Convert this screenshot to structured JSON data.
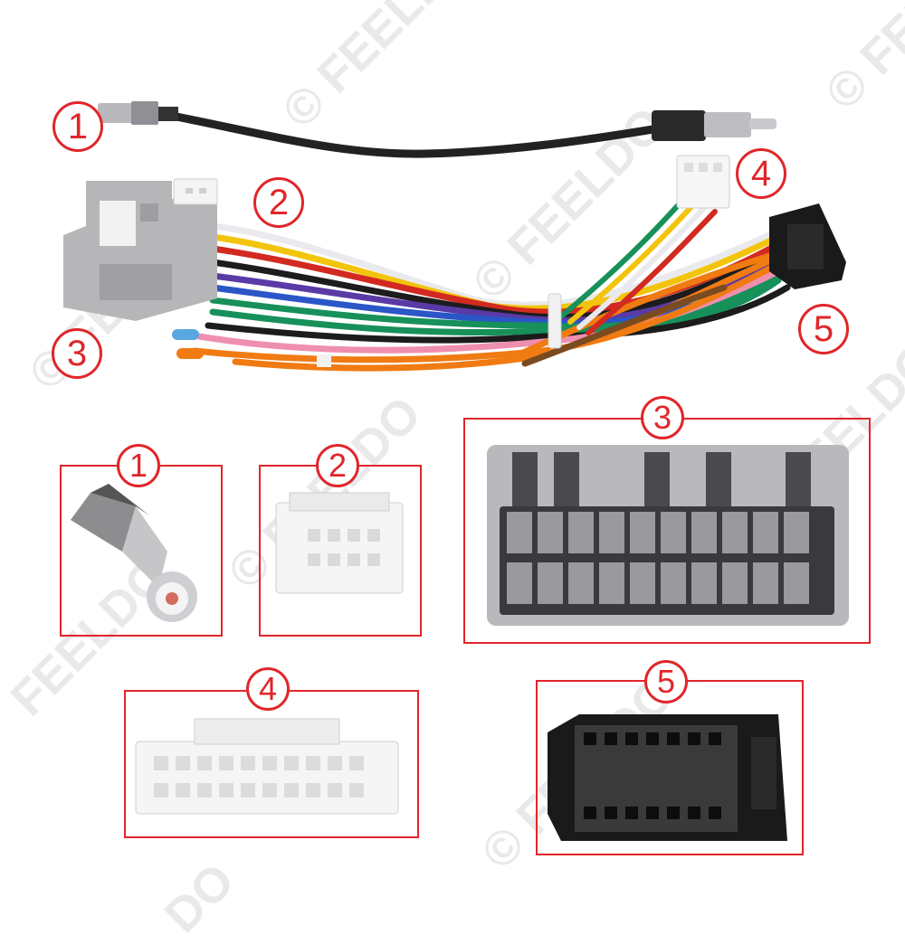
{
  "watermark": {
    "copyright": "©",
    "brand": "FEELDO",
    "partial_a": "FEELDO",
    "partial_b": "DO"
  },
  "callouts": {
    "antenna": "1",
    "small_plug": "2",
    "main_connector": "3",
    "white_plug": "4",
    "black_connector": "5"
  },
  "wire_colors": {
    "black": "#1c1c1c",
    "red": "#d22a20",
    "yellow": "#f2c40c",
    "green": "#17905a",
    "blue": "#2a56c8",
    "purple": "#5a3aa6",
    "orange": "#f07b12",
    "white": "#e9e9ee",
    "pink": "#ef8fb0",
    "brown": "#7a4a20",
    "gray": "#a6a6a6"
  },
  "accent_color": "#e0262a"
}
